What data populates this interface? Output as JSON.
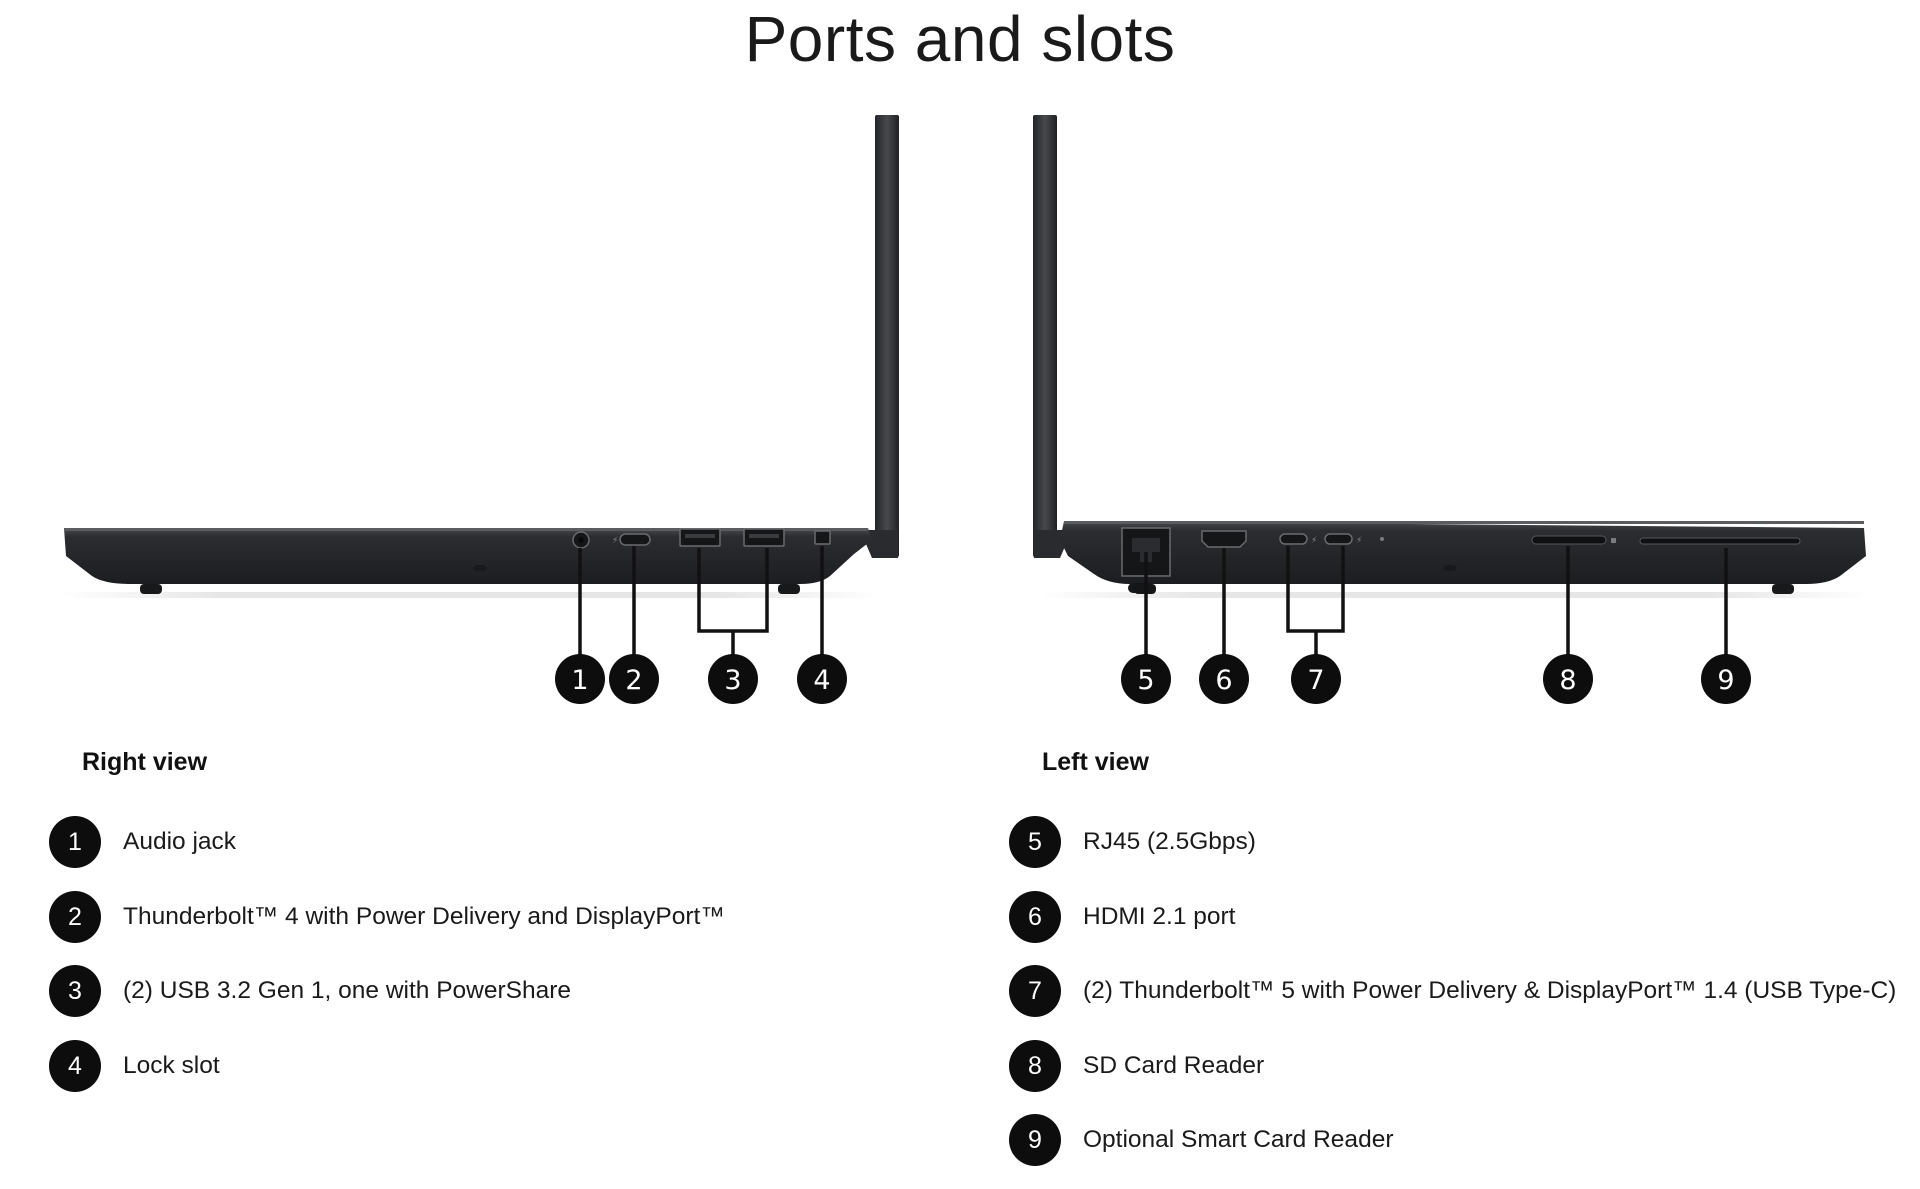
{
  "title": "Ports and slots",
  "colors": {
    "laptop_body": "#2f3033",
    "laptop_lid": "#35363a",
    "callout": "#0d0d0d",
    "port": "#111214"
  },
  "right_view": {
    "heading": "Right view",
    "items": [
      {
        "num": "1",
        "label": "Audio jack"
      },
      {
        "num": "2",
        "label": "Thunderbolt™ 4 with Power Delivery and DisplayPort™"
      },
      {
        "num": "3",
        "label": "(2) USB 3.2 Gen 1, one with PowerShare"
      },
      {
        "num": "4",
        "label": "Lock slot"
      }
    ]
  },
  "left_view": {
    "heading": "Left view",
    "items": [
      {
        "num": "5",
        "label": "RJ45 (2.5Gbps)"
      },
      {
        "num": "6",
        "label": "HDMI 2.1 port"
      },
      {
        "num": "7",
        "label": "(2) Thunderbolt™ 5 with Power Delivery & DisplayPort™ 1.4 (USB Type-C)"
      },
      {
        "num": "8",
        "label": "SD Card Reader"
      },
      {
        "num": "9",
        "label": "Optional Smart Card Reader"
      }
    ]
  },
  "callouts": [
    "1",
    "2",
    "3",
    "4",
    "5",
    "6",
    "7",
    "8",
    "9"
  ],
  "port_icons": [
    "audio-jack-icon",
    "thunderbolt-4-port-icon",
    "usb-a-port-icon",
    "lock-slot-icon",
    "rj45-port-icon",
    "hdmi-port-icon",
    "thunderbolt-5-port-icon",
    "sd-card-slot-icon",
    "smart-card-slot-icon"
  ]
}
